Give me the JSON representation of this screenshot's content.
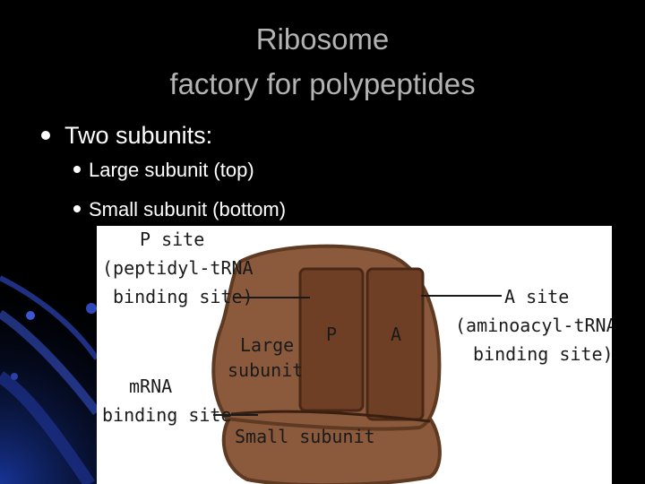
{
  "slide": {
    "title_line_1": "Ribosome",
    "title_line_2": "factory for polypeptides",
    "bullets": {
      "main": "Two subunits:",
      "sub": [
        "Large subunit (top)",
        "Small subunit (bottom)"
      ]
    }
  },
  "diagram": {
    "p_site_label": [
      "P site",
      "(peptidyl-tRNA",
      "binding site)"
    ],
    "a_site_label": [
      "A site",
      "(aminoacyl-tRNA",
      "binding site)"
    ],
    "large_subunit_label": [
      "Large",
      "subunit"
    ],
    "mrna_label": [
      "mRNA",
      "binding site"
    ],
    "small_subunit_label": "Small subunit",
    "p_letter": "P",
    "a_letter": "A"
  },
  "colors": {
    "background": "#000000",
    "title": "#b3b3b3",
    "text": "#ffffff",
    "ribosome_fill": "#8b5a3c",
    "ribosome_edge": "#5e3a22",
    "site_fill": "#6e3f25",
    "label_text": "#1a1a1a"
  }
}
